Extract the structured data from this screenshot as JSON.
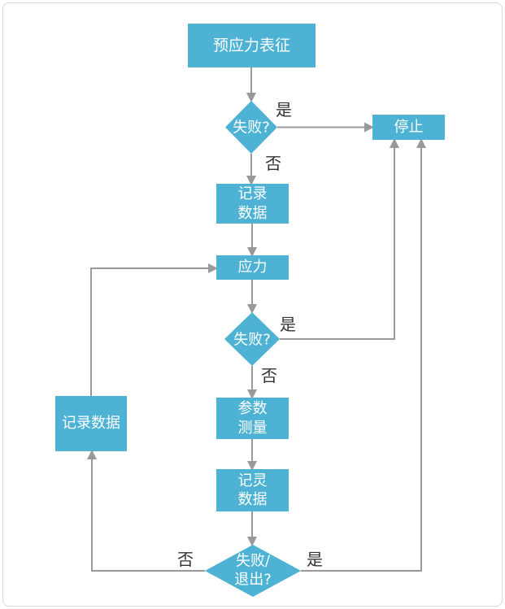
{
  "diagram": {
    "type": "flowchart",
    "nodes": {
      "start": {
        "shape": "rect",
        "label": "预应力表征"
      },
      "decision1": {
        "shape": "diamond",
        "label": "失败?"
      },
      "stop": {
        "shape": "rect",
        "label": "停止"
      },
      "record1": {
        "shape": "rect",
        "lines": [
          "记录",
          "数据"
        ]
      },
      "stress": {
        "shape": "rect",
        "label": "应力"
      },
      "decision2": {
        "shape": "diamond",
        "label": "失败?"
      },
      "param": {
        "shape": "rect",
        "lines": [
          "参数",
          "测量"
        ]
      },
      "record2": {
        "shape": "rect",
        "lines": [
          "记灵",
          "数据"
        ]
      },
      "decision3": {
        "shape": "diamond",
        "lines": [
          "失败/",
          "退出?"
        ]
      },
      "record_left": {
        "shape": "rect",
        "label": "记录数据"
      }
    },
    "edge_labels": {
      "yes1": "是",
      "no1": "否",
      "yes2": "是",
      "no2": "否",
      "no3": "否",
      "yes3": "是"
    },
    "edges": [
      {
        "from": "start",
        "to": "decision1",
        "label": ""
      },
      {
        "from": "decision1",
        "to": "stop",
        "label": "是"
      },
      {
        "from": "decision1",
        "to": "record1",
        "label": "否"
      },
      {
        "from": "record1",
        "to": "stress",
        "label": ""
      },
      {
        "from": "stress",
        "to": "decision2",
        "label": ""
      },
      {
        "from": "decision2",
        "to": "stop",
        "label": "是"
      },
      {
        "from": "decision2",
        "to": "param",
        "label": "否"
      },
      {
        "from": "param",
        "to": "record2",
        "label": ""
      },
      {
        "from": "record2",
        "to": "decision3",
        "label": ""
      },
      {
        "from": "decision3",
        "to": "record_left",
        "label": "否"
      },
      {
        "from": "record_left",
        "to": "stress",
        "label": ""
      },
      {
        "from": "decision3",
        "to": "stop",
        "label": "是"
      }
    ],
    "colors": {
      "node_fill": "#4db2d3",
      "node_text": "#ffffff",
      "connector": "#999999",
      "edge_label_text": "#333333",
      "frame_border": "#d9d9d9",
      "background": "#ffffff"
    }
  }
}
